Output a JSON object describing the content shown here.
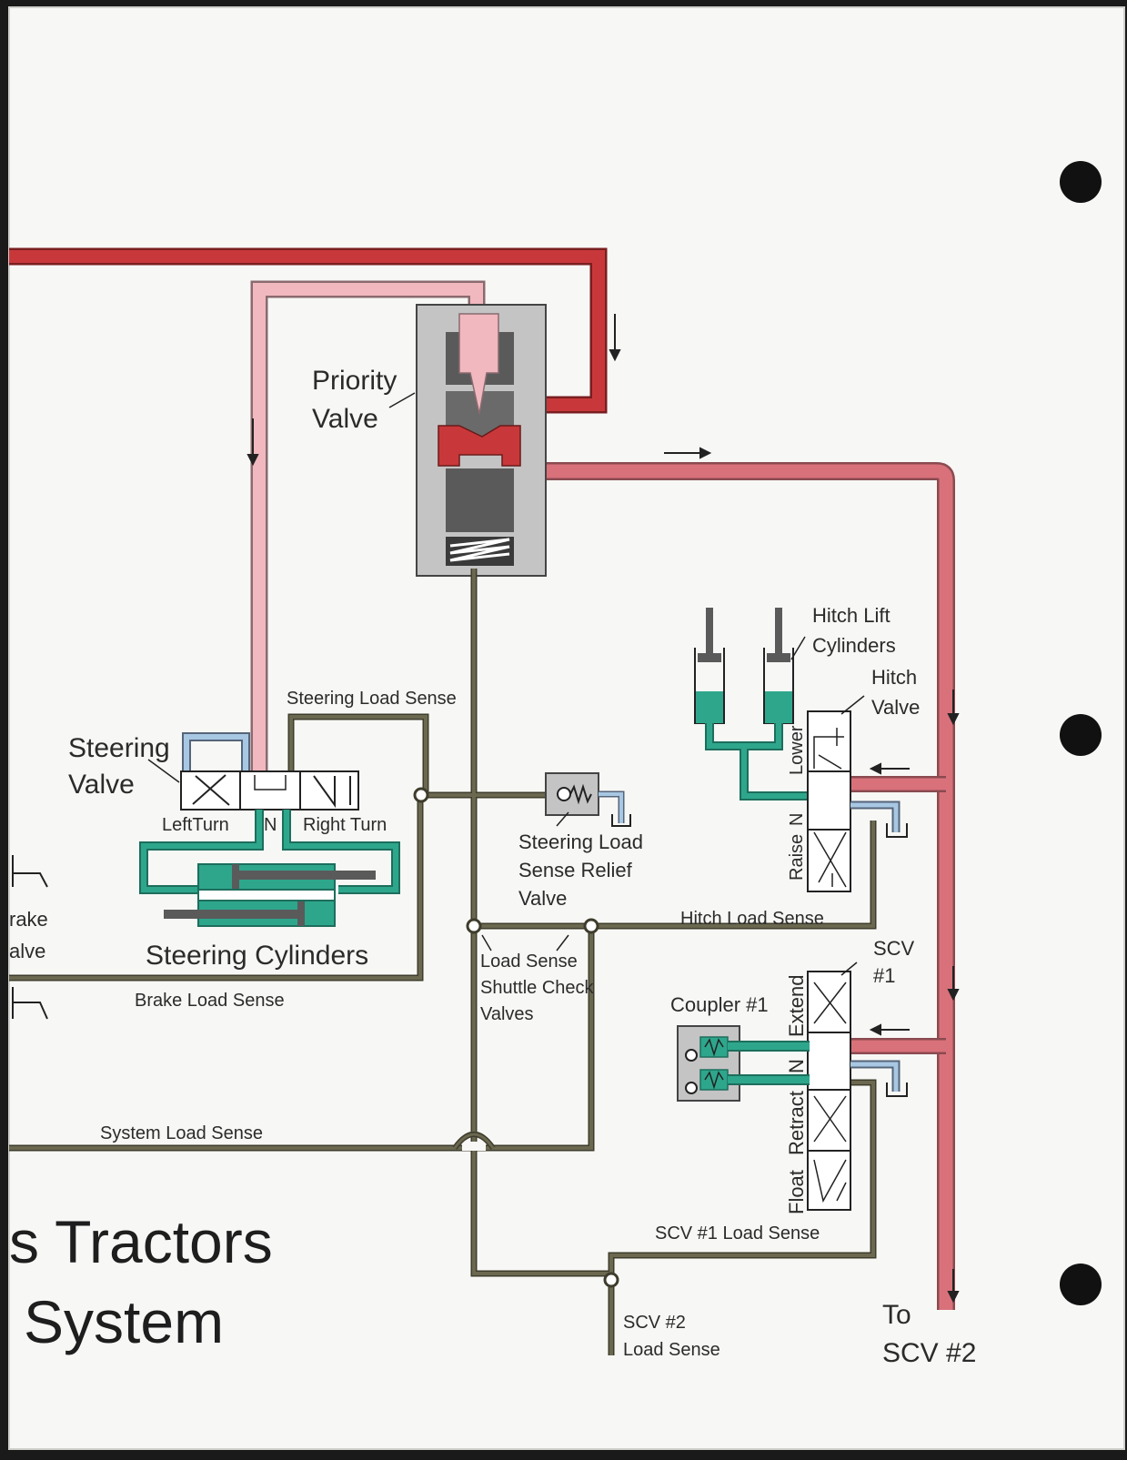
{
  "labels": {
    "priority_valve": [
      "Priority",
      "Valve"
    ],
    "steering_valve": [
      "Steering",
      "Valve"
    ],
    "left_turn": "LeftTurn",
    "neutral": "N",
    "right_turn": "Right Turn",
    "steering_cylinders": "Steering Cylinders",
    "brake_valve": [
      "rake",
      "alve"
    ],
    "brake_load_sense": "Brake Load Sense",
    "steering_load_sense": "Steering Load Sense",
    "steering_load_sense_relief_valve": [
      "Steering Load",
      "Sense Relief",
      "Valve"
    ],
    "hitch_lift_cylinders": [
      "Hitch Lift",
      "Cylinders"
    ],
    "hitch_valve": [
      "Hitch",
      "Valve"
    ],
    "hitch_lower": "Lower",
    "hitch_neutral": "N",
    "hitch_raise": "Raise",
    "hitch_load_sense": "Hitch Load Sense",
    "load_sense_shuttle_check_valves": [
      "Load Sense",
      "Shuttle Check",
      "Valves"
    ],
    "scv1": [
      "SCV",
      "#1"
    ],
    "coupler1": "Coupler #1",
    "scv_extend": "Extend",
    "scv_neutral": "N",
    "scv_retract": "Retract",
    "scv_float": "Float",
    "system_load_sense": "System Load Sense",
    "scv1_load_sense": "SCV #1 Load Sense",
    "scv2_load_sense": [
      "SCV #2",
      "Load Sense"
    ],
    "to_scv2": [
      "To",
      "SCV #2"
    ]
  },
  "title": [
    "s Tractors",
    "System"
  ],
  "colors": {
    "pump_pressure": "#c8383a",
    "priority_flow": "#f1b8bf",
    "secondary_flow": "#d9717a",
    "load_sense": "#6b6850",
    "working_oil": "#2ea68c",
    "return_oil": "#a8c7e2",
    "valve_body": "#c4c4c4",
    "spool": "#5a5a5a",
    "page": "#f7f7f5"
  }
}
